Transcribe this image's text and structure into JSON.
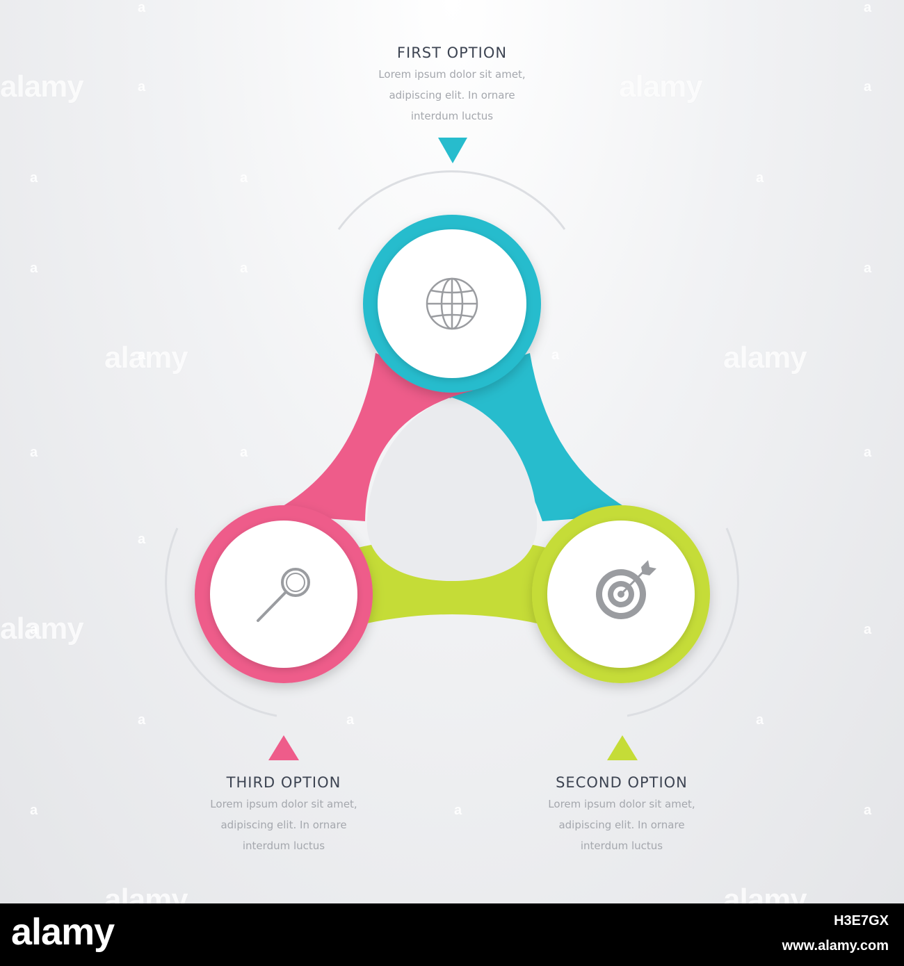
{
  "colors": {
    "first": "#27bccd",
    "second": "#c5dc37",
    "third": "#ee5c8a",
    "title": "#3d4452",
    "description": "#a4a7ad",
    "icon": "#9a9ca0"
  },
  "options": [
    {
      "id": "first",
      "title": "FIRST OPTION",
      "description": [
        "Lorem ipsum dolor sit amet,",
        "adipiscing elit. In ornare",
        "interdum luctus"
      ],
      "icon": "globe-icon"
    },
    {
      "id": "second",
      "title": "SECOND OPTION",
      "description": [
        "Lorem ipsum dolor sit amet,",
        "adipiscing elit. In ornare",
        "interdum luctus"
      ],
      "icon": "target-icon"
    },
    {
      "id": "third",
      "title": "THIRD OPTION",
      "description": [
        "Lorem ipsum dolor sit amet,",
        "adipiscing elit. In ornare",
        "interdum luctus"
      ],
      "icon": "magnifier-icon"
    }
  ],
  "watermark": {
    "text": "alamy",
    "marker": "a"
  },
  "footer": {
    "logo": "alamy",
    "image_id": "H3E7GX",
    "url": "www.alamy.com"
  }
}
